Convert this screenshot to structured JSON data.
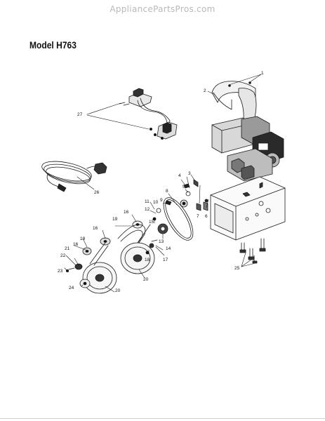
{
  "watermark": "AppliancePartsPros.com",
  "model_title": "Model H763",
  "callouts": [
    {
      "id": "c1",
      "label": "1"
    },
    {
      "id": "c2",
      "label": "2"
    },
    {
      "id": "c3",
      "label": "3"
    },
    {
      "id": "c4",
      "label": "4"
    },
    {
      "id": "c5",
      "label": "5"
    },
    {
      "id": "c6",
      "label": "6"
    },
    {
      "id": "c7",
      "label": "7"
    },
    {
      "id": "c8",
      "label": "8"
    },
    {
      "id": "c9",
      "label": "9"
    },
    {
      "id": "c10",
      "label": "10"
    },
    {
      "id": "c11",
      "label": "11"
    },
    {
      "id": "c12",
      "label": "12"
    },
    {
      "id": "c13",
      "label": "13"
    },
    {
      "id": "c14",
      "label": "14"
    },
    {
      "id": "c15",
      "label": "15"
    },
    {
      "id": "c16a",
      "label": "16"
    },
    {
      "id": "c16b",
      "label": "16"
    },
    {
      "id": "c16c",
      "label": "16"
    },
    {
      "id": "c17",
      "label": "17"
    },
    {
      "id": "c18",
      "label": "18"
    },
    {
      "id": "c19a",
      "label": "19"
    },
    {
      "id": "c19b",
      "label": "19"
    },
    {
      "id": "c20a",
      "label": "20"
    },
    {
      "id": "c20b",
      "label": "20"
    },
    {
      "id": "c21",
      "label": "21"
    },
    {
      "id": "c22",
      "label": "22"
    },
    {
      "id": "c23",
      "label": "23"
    },
    {
      "id": "c24",
      "label": "24"
    },
    {
      "id": "c25",
      "label": "25"
    },
    {
      "id": "c26",
      "label": "26"
    },
    {
      "id": "c27",
      "label": "27"
    }
  ]
}
